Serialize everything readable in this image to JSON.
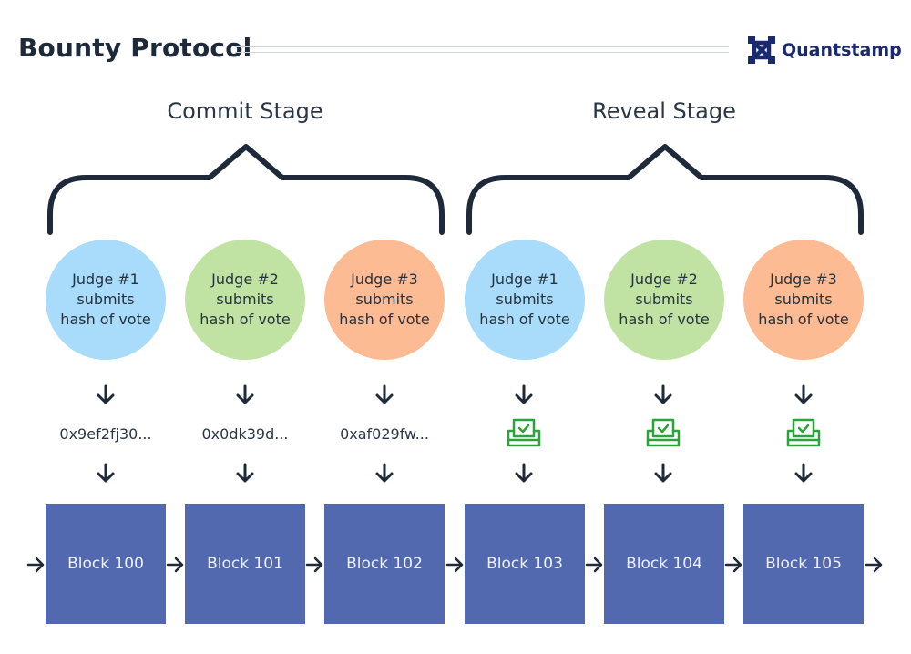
{
  "header": {
    "title": "Bounty Protocol",
    "brand": {
      "name": "Quantstamp",
      "logo_icon": "quantstamp-logo-icon"
    }
  },
  "stages": [
    {
      "label": "Commit Stage"
    },
    {
      "label": "Reveal Stage"
    }
  ],
  "judges": [
    {
      "text": "Judge #1 submits hash of vote",
      "color": "#a8dcfa"
    },
    {
      "text": "Judge #2 submits hash of vote",
      "color": "#c0e3a3"
    },
    {
      "text": "Judge #3 submits hash of vote",
      "color": "#fcbb92"
    },
    {
      "text": "Judge #1 submits hash of vote",
      "color": "#a8dcfa"
    },
    {
      "text": "Judge #2 submits hash of vote",
      "color": "#c0e3a3"
    },
    {
      "text": "Judge #3 submits hash of vote",
      "color": "#fcbb92"
    }
  ],
  "hashes": [
    "0x9ef2fj30...",
    "0x0dk39d...",
    "0xaf029fw..."
  ],
  "reveal_icon": "ballot-box-check-icon",
  "blocks": [
    "Block 100",
    "Block 101",
    "Block 102",
    "Block 103",
    "Block 104",
    "Block 105"
  ],
  "colors": {
    "block": "#5269b0",
    "ballot": "#2aa43a",
    "bracket": "#1e2a3a",
    "brand": "#1a2a6e"
  }
}
